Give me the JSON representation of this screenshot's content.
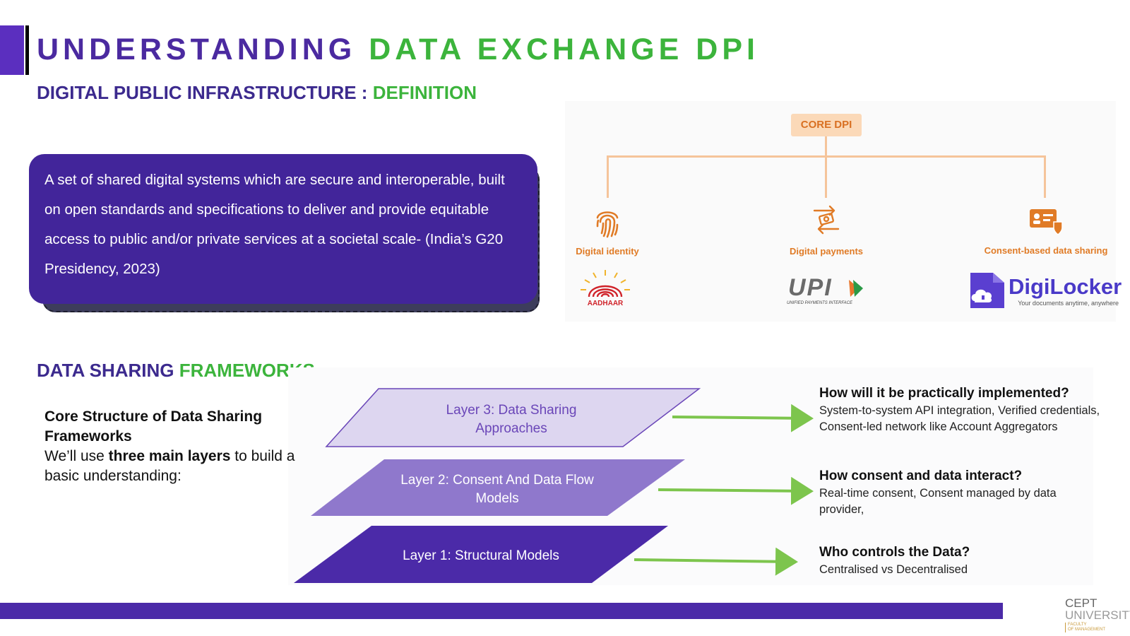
{
  "header": {
    "title_part1": "UNDERSTANDING",
    "title_part2": "DATA EXCHANGE DPI",
    "colors": {
      "purple": "#4b2aa0",
      "green": "#3cb43c"
    }
  },
  "definition": {
    "heading_part1": "DIGITAL PUBLIC INFRASTRUCTURE :",
    "heading_part2": "DEFINITION",
    "text": "A set of shared digital systems which are secure and interoperable, built on open standards and specifications to deliver and provide equitable access to public and/or private services at a societal scale- (India’s G20 Presidency, 2023)"
  },
  "core_dpi": {
    "title": "CORE DPI",
    "pillars": [
      {
        "label": "Digital identity",
        "icon": "fingerprint-icon",
        "logo": "aadhaar-logo",
        "logo_text": "AADHAAR"
      },
      {
        "label": "Digital payments",
        "icon": "payment-exchange-icon",
        "logo": "upi-logo",
        "logo_text": "UPI",
        "logo_subtext": "UNIFIED PAYMENTS INTERFACE"
      },
      {
        "label": "Consent-based data sharing",
        "icon": "id-card-shield-icon",
        "logo": "digilocker-logo",
        "logo_text": "DigiLocker",
        "logo_subtext": "Your documents anytime, anywhere"
      }
    ]
  },
  "frameworks": {
    "heading_part1": "DATA SHARING",
    "heading_part2": "FRAMEWORKS",
    "core_title": "Core Structure of Data Sharing Frameworks",
    "intro_prefix": "We’ll use ",
    "intro_bold": "three main layers",
    "intro_suffix": " to build a basic understanding:",
    "layers": [
      {
        "label_line1": "Layer 3: Data Sharing",
        "label_line2": "Approaches",
        "fill": "#ddd6f0",
        "text_color": "#6a46b8"
      },
      {
        "label_line1": "Layer 2: Consent And Data Flow",
        "label_line2": "Models",
        "fill": "#8f78cc",
        "text_color": "#ffffff"
      },
      {
        "label_line1": "Layer 1: Structural Models",
        "label_line2": "",
        "fill": "#4b2aa8",
        "text_color": "#ffffff"
      }
    ],
    "questions": [
      {
        "title": "How will it be practically implemented?",
        "body": "System-to-system API integration, Verified credentials, Consent-led network like Account Aggregators"
      },
      {
        "title": "How consent and data interact?",
        "body": "Real-time consent, Consent managed by data provider,"
      },
      {
        "title": "Who controls the Data?",
        "body": "Centralised vs Decentralised"
      }
    ],
    "arrow_color": "#7dc54d"
  },
  "footer": {
    "logo_line1": "CEPT",
    "logo_line2": "UNIVERSITY",
    "logo_line3a": "FACULTY",
    "logo_line3b": "OF MANAGEMENT"
  }
}
